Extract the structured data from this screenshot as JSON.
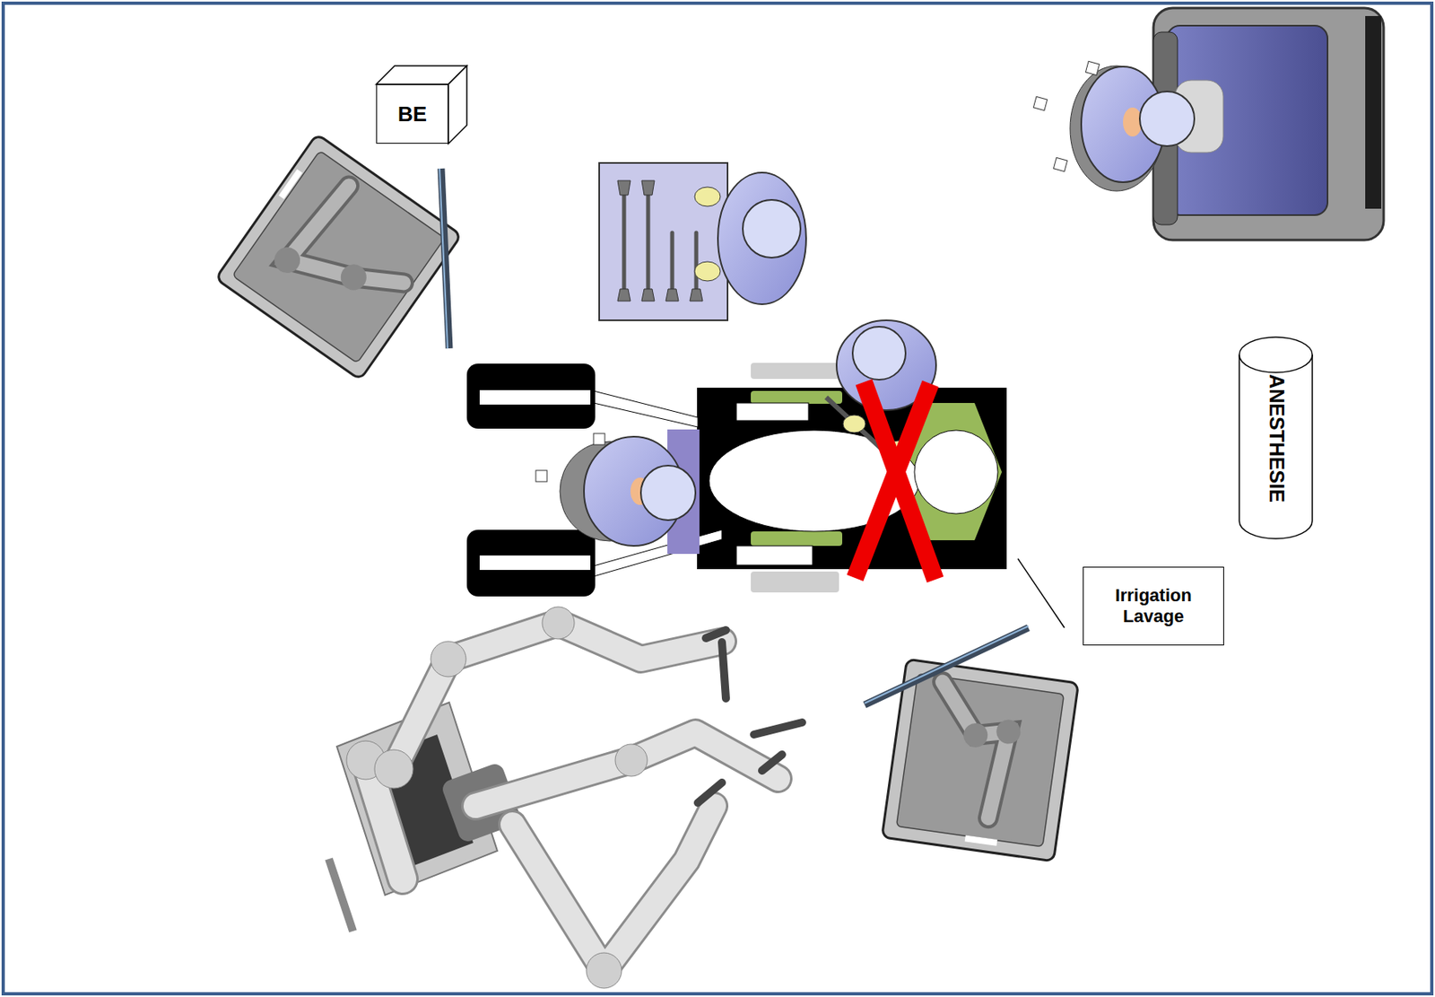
{
  "diagram": {
    "nodes": [
      {
        "text": [
          "BE"
        ]
      },
      {
        "text": [
          "ANESTHESIE"
        ]
      },
      {
        "text": [
          "Irrigation Lavage"
        ]
      }
    ]
  }
}
